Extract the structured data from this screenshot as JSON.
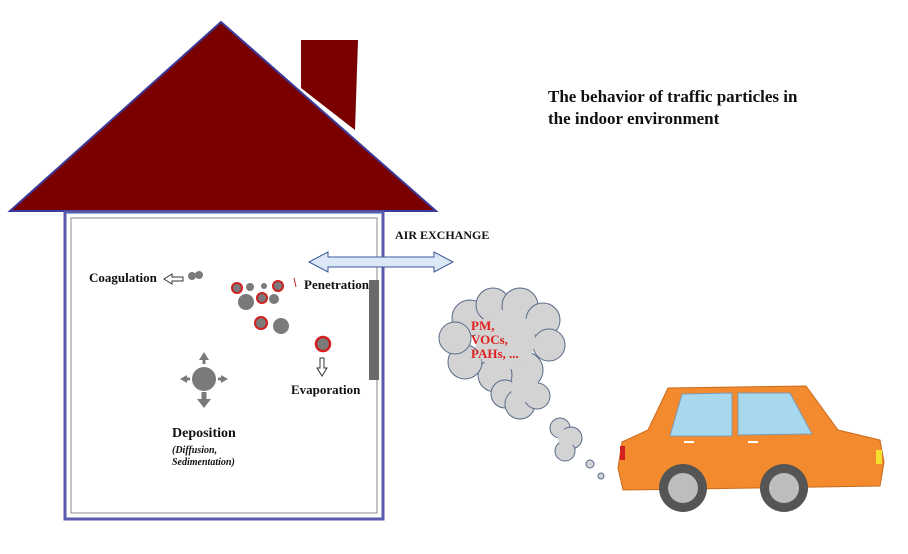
{
  "title_line1": "The behavior of traffic particles in",
  "title_line2": "the indoor environment",
  "air_exchange": "AIR EXCHANGE",
  "coagulation": "Coagulation",
  "penetration": "Penetration",
  "evaporation": "Evaporation",
  "deposition": "Deposition",
  "deposition_sub_1": "(Diffusion,",
  "deposition_sub_2": "Sedimentation)",
  "cloud_line1": "PM,",
  "cloud_line2": "VOCs,",
  "cloud_line3": "PAHs, ...",
  "colors": {
    "roof": "#7a0000",
    "roof_outline": "#3a3a9a",
    "wall_outline": "#5a5aaa",
    "particle": "#7a7a7a",
    "particle_ring": "#d02020",
    "cloud_fill": "#d3d3d3",
    "car_body": "#f48a2e",
    "car_window": "#a8d8ee",
    "tire": "#555555",
    "hubcap": "#bdbdbd",
    "arrow_fill": "#dce8f6",
    "arrow_outline": "#3a5a9a",
    "cloud_text": "#e02020"
  }
}
